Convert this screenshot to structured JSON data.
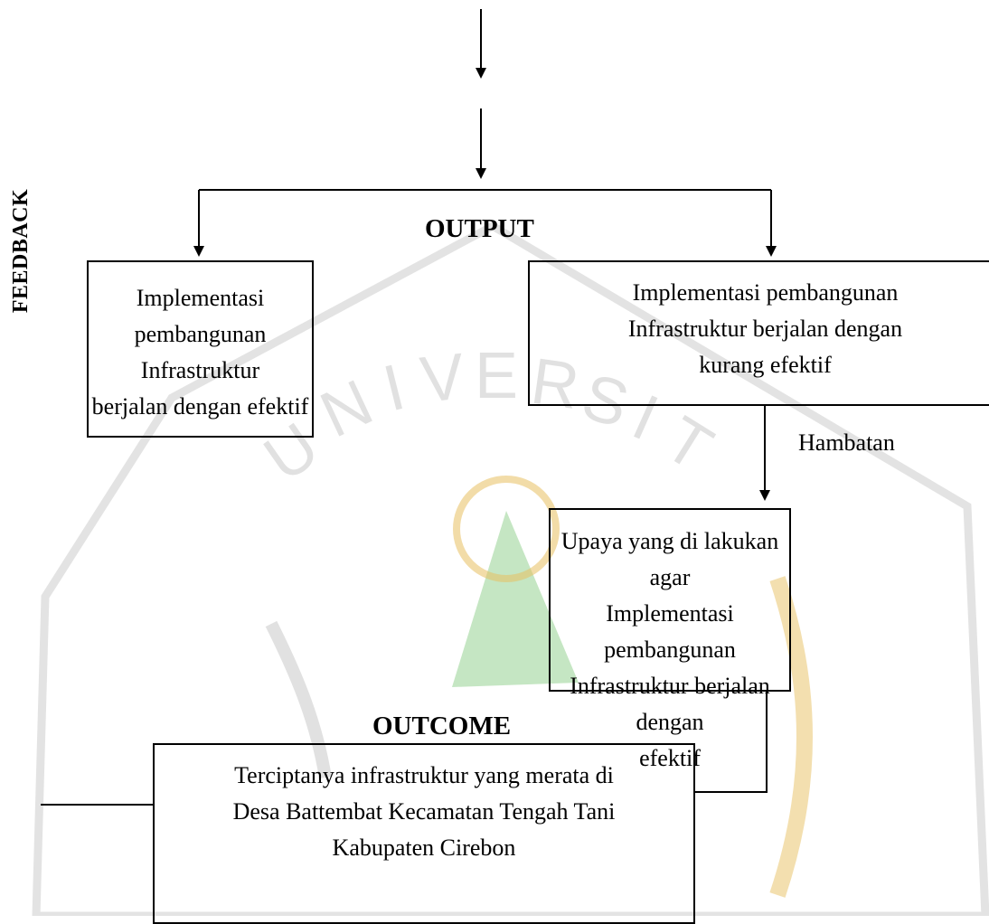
{
  "diagram": {
    "side_label": "FEEDBACK",
    "output_heading": "OUTPUT",
    "outcome_heading": "OUTCOME",
    "boxes": {
      "effective": {
        "lines": [
          "Implementasi",
          "pembangunan Infrastruktur",
          "berjalan dengan efektif"
        ]
      },
      "less_effective": {
        "lines": [
          "Implementasi pembangunan",
          "Infrastruktur berjalan dengan",
          "kurang efektif"
        ]
      },
      "effort": {
        "lines": [
          "Upaya yang di lakukan agar",
          "Implementasi pembangunan",
          "Infrastruktur berjalan dengan",
          "efektif"
        ]
      },
      "outcome": {
        "lines": [
          "Terciptanya infrastruktur yang merata di",
          "Desa Battembat Kecamatan Tengah Tani",
          "Kabupaten Cirebon"
        ]
      }
    },
    "edge_labels": {
      "obstacle": "Hambatan"
    },
    "colors": {
      "line": "#000000",
      "watermark_gold": "#e8c060",
      "watermark_green": "#7fc87a",
      "watermark_gray": "#9a9a9a"
    }
  }
}
